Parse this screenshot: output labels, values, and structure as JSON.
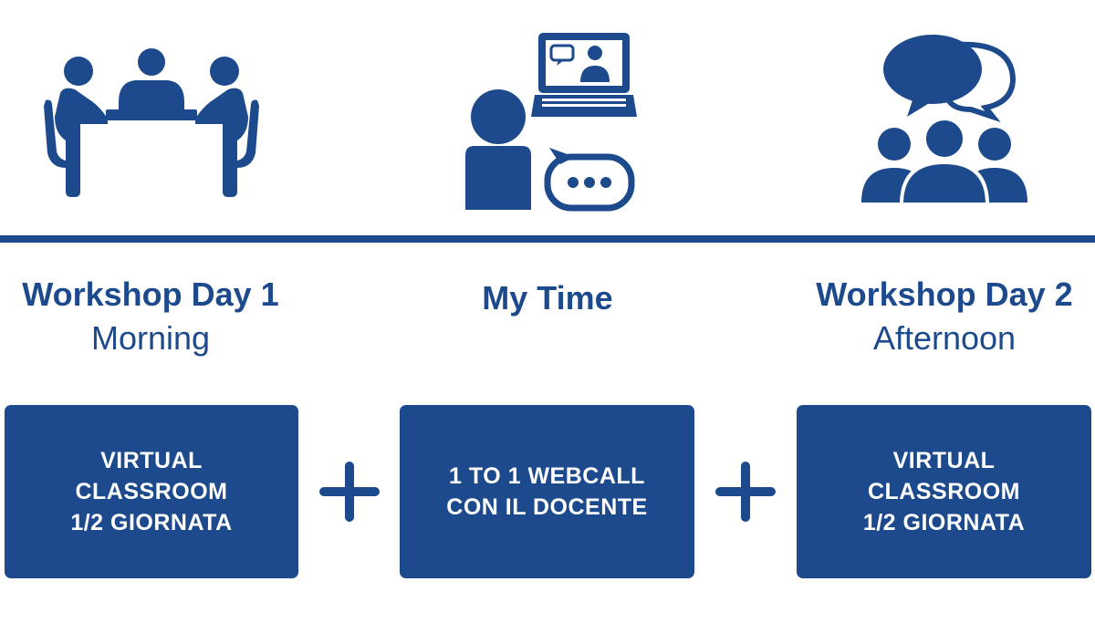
{
  "colors": {
    "primary": "#1c4a8c",
    "background": "#ffffff",
    "box_text": "#ffffff"
  },
  "columns": [
    {
      "icon": "meeting-table-icon",
      "title": "Workshop Day 1",
      "subtitle": "Morning",
      "box_text": "VIRTUAL\nCLASSROOM\n1/2 GIORNATA"
    },
    {
      "icon": "video-call-icon",
      "title": "My Time",
      "subtitle": "",
      "box_text": "1 TO 1 WEBCALL\nCON IL DOCENTE"
    },
    {
      "icon": "group-chat-icon",
      "title": "Workshop Day 2",
      "subtitle": "Afternoon",
      "box_text": "VIRTUAL\nCLASSROOM\n1/2 GIORNATA"
    }
  ],
  "connectors": [
    "plus-icon",
    "plus-icon"
  ]
}
